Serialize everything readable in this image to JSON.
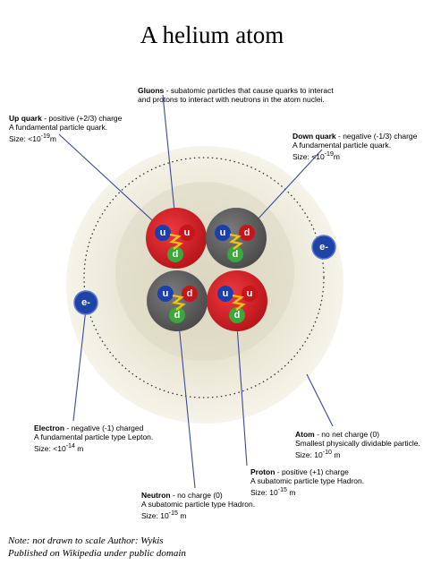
{
  "title": "A helium atom",
  "particles": {
    "up": "u",
    "down": "d",
    "electron": "e-"
  },
  "labels": {
    "gluons": {
      "name": "Gluons",
      "line1": " - subatomic particles that cause quarks to interact",
      "line2": "and protons to interact with neutrons in the atom nuclei."
    },
    "up_quark": {
      "name": "Up quark",
      "line1": " - positive (+2/3) charge",
      "line2": "A fundamental particle quark.",
      "size": "Size: <10",
      "exp": "-19",
      "unit": "m"
    },
    "down_quark": {
      "name": "Down quark",
      "line1": " - negative (-1/3) charge",
      "line2": "A fundamental particle quark.",
      "size": "Size: <10",
      "exp": "-19",
      "unit": "m"
    },
    "electron": {
      "name": "Electron",
      "line1": " - negative (-1) charged",
      "line2": "A fundamental particle type Lepton.",
      "size": "Size: <10",
      "exp": "-14",
      "unit": " m"
    },
    "atom": {
      "name": "Atom",
      "line1": " - no net charge (0)",
      "line2": "Smallest physically dividable particle.",
      "size": "Size: 10",
      "exp": "-10",
      "unit": " m"
    },
    "proton": {
      "name": "Proton",
      "line1": " - positive (+1) charge",
      "line2": "A subatomic particle type Hadron.",
      "size": "Size: 10",
      "exp": "-15",
      "unit": " m"
    },
    "neutron": {
      "name": "Neutron",
      "line1": " - no charge (0)",
      "line2": "A subatomic particle type Hadron.",
      "size": "Size: 10",
      "exp": "-15",
      "unit": " m"
    }
  },
  "note": {
    "line1": "Note: not drawn to scale Author: Wykis",
    "line2": "Published on Wikipedia under public domain"
  },
  "colors": {
    "atom_cloud": "#f0eedf",
    "atom_core": "#e6e3cf",
    "proton": "#d71f25",
    "neutron": "#5f5f5f",
    "up_quark": "#1c3fae",
    "down_quark": "#3aa83a",
    "down_quark_red": "#c6151b",
    "electron": "#1f44a8",
    "gluon": "#f2c20a",
    "pointer": "#3a4a9a"
  }
}
